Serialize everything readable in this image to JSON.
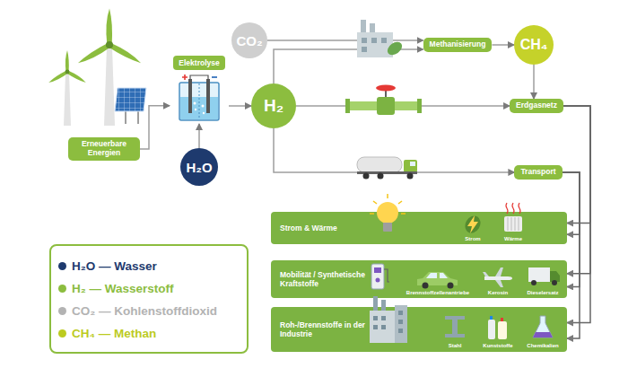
{
  "diagram": {
    "nodes": [
      {
        "text": [
          "Erneuerbare Energien"
        ]
      },
      {
        "text": [
          "Elektrolyse"
        ]
      },
      {
        "text": [
          "H₂O"
        ]
      },
      {
        "text": [
          "CO₂"
        ]
      },
      {
        "text": [
          "H₂"
        ]
      },
      {
        "text": [
          "Methanisierung"
        ]
      },
      {
        "text": [
          "CH₄"
        ]
      },
      {
        "text": [
          "Erdgasnetz"
        ]
      },
      {
        "text": [
          "Transport"
        ]
      },
      {
        "text": [
          "Strom & Wärme",
          "Strom",
          "Wärme"
        ]
      },
      {
        "text": [
          "Mobilität / Synthetische Kraftstoffe",
          "Brennstoffzellenantriebe",
          "Kerosin",
          "Dieselersatz"
        ]
      },
      {
        "text": [
          "Roh-/Brennstoffe in der Industrie",
          "Stahl",
          "Kunststoffe",
          "Chemikalien"
        ]
      }
    ],
    "edges": [
      {
        "from": 0,
        "to": 1,
        "arrow": "to"
      },
      {
        "from": 2,
        "to": 1,
        "arrow": "to"
      },
      {
        "from": 1,
        "to": 4,
        "arrow": "to"
      },
      {
        "from": 3,
        "to": 5,
        "arrow": "to"
      },
      {
        "from": 4,
        "to": 5,
        "arrow": "to"
      },
      {
        "from": 5,
        "to": 6,
        "arrow": "to"
      },
      {
        "from": 6,
        "to": 7,
        "arrow": "to"
      },
      {
        "from": 4,
        "to": 7,
        "arrow": "to"
      },
      {
        "from": 4,
        "to": 8,
        "arrow": "to"
      },
      {
        "from": 7,
        "to": 9,
        "arrow": "to"
      },
      {
        "from": 7,
        "to": 10,
        "arrow": "to"
      },
      {
        "from": 7,
        "to": 11,
        "arrow": "to"
      },
      {
        "from": 8,
        "to": 9,
        "arrow": "to"
      },
      {
        "from": 8,
        "to": 10,
        "arrow": "to"
      },
      {
        "from": 8,
        "to": 11,
        "arrow": "to"
      }
    ],
    "legend": [
      {
        "text": "H₂O — Wasser",
        "color": "#1e3a6e"
      },
      {
        "text": "H₂ — Wasserstoff",
        "color": "#8cbd3f"
      },
      {
        "text": "CO₂ — Kohlenstoffdioxid",
        "color": "#b3b3b3"
      },
      {
        "text": "CH₄ — Methan",
        "color": "#bccb1f"
      }
    ]
  }
}
